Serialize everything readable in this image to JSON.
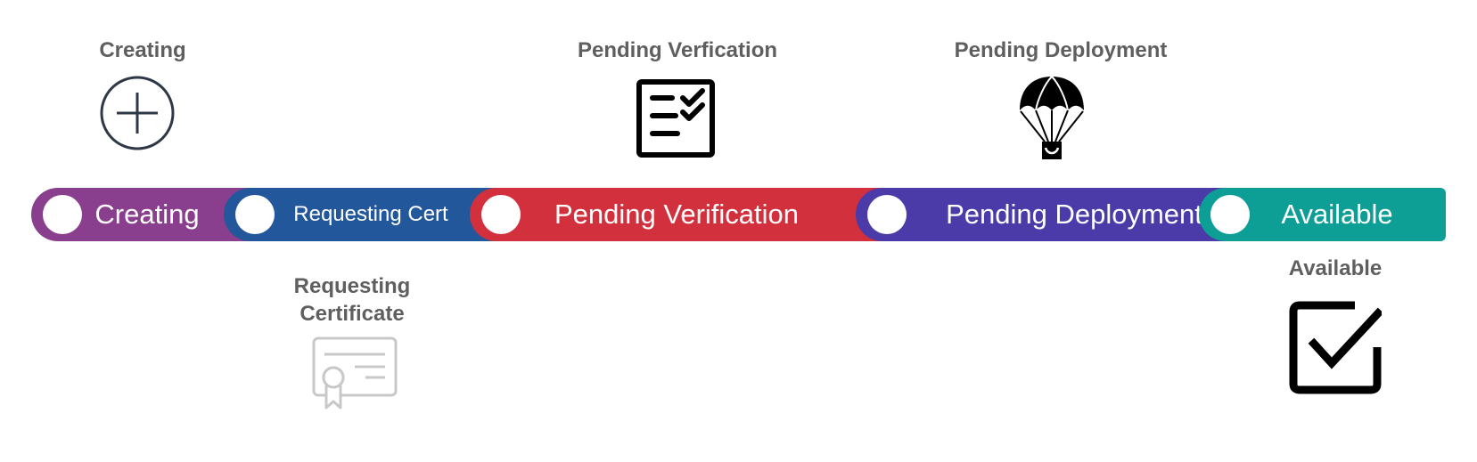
{
  "stages": [
    {
      "id": "creating",
      "title": "Creating",
      "bar_label": "Creating",
      "color": "#8a3e8e",
      "icon": "plus-circle-icon"
    },
    {
      "id": "requesting",
      "title_line1": "Requesting",
      "title_line2": "Certificate",
      "bar_label": "Requesting Cert",
      "color": "#23579b",
      "icon": "certificate-icon"
    },
    {
      "id": "pending-verification",
      "title": "Pending Verfication",
      "bar_label": "Pending Verification",
      "color": "#d2303d",
      "icon": "checklist-icon"
    },
    {
      "id": "pending-deployment",
      "title": "Pending Deployment",
      "bar_label": "Pending Deployment",
      "color": "#4b3ba9",
      "icon": "parachute-icon"
    },
    {
      "id": "available",
      "title": "Available",
      "bar_label": "Available",
      "color": "#0d9e96",
      "icon": "checkbox-checked-icon"
    }
  ]
}
